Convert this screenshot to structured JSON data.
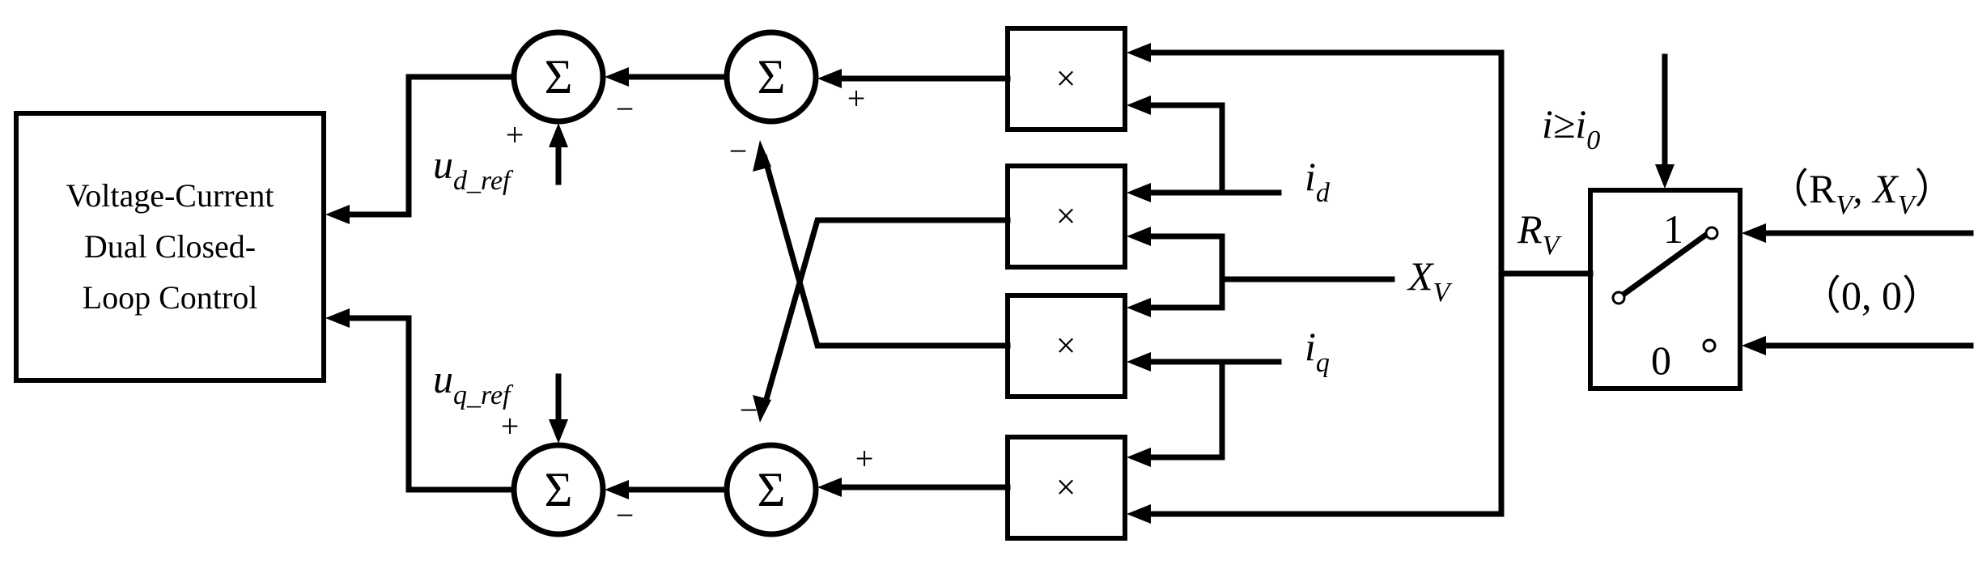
{
  "control_block": {
    "line1": "Voltage-Current",
    "line2": "Dual Closed-",
    "line3": "Loop Control"
  },
  "summers": {
    "symbol": "Σ",
    "plus": "+",
    "minus": "−"
  },
  "multiplier": {
    "symbol": "×"
  },
  "references": {
    "ud": {
      "base": "u",
      "sub": "d_ref"
    },
    "uq": {
      "base": "u",
      "sub": "q_ref"
    }
  },
  "inputs": {
    "id": {
      "base": "i",
      "sub": "d"
    },
    "iq": {
      "base": "i",
      "sub": "q"
    },
    "xv": {
      "base": "X",
      "sub": "V"
    },
    "rv": {
      "base": "R",
      "sub": "V"
    }
  },
  "switch": {
    "condition_base": "i≥i",
    "condition_sub": "0",
    "pos1": "1",
    "pos0": "0",
    "input1_open": "（R",
    "input1_sub1": "V",
    "input1_mid": ", X",
    "input1_sub2": "V",
    "input1_close": "）",
    "input0": "（0, 0）"
  }
}
